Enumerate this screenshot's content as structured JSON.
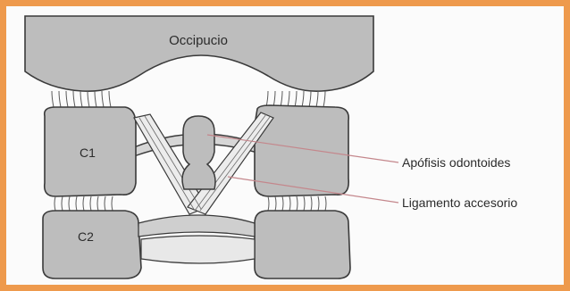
{
  "labels": {
    "occiput": "Occipucio",
    "c1": "C1",
    "c2": "C2",
    "odontoid": "Apófisis odontoides",
    "accessory_ligament": "Ligamento accesorio"
  },
  "colors": {
    "frame": "#ee9a4d",
    "bone": "#bdbdbd",
    "outline": "#3a3a3a",
    "leader_line": "#c4878c"
  }
}
